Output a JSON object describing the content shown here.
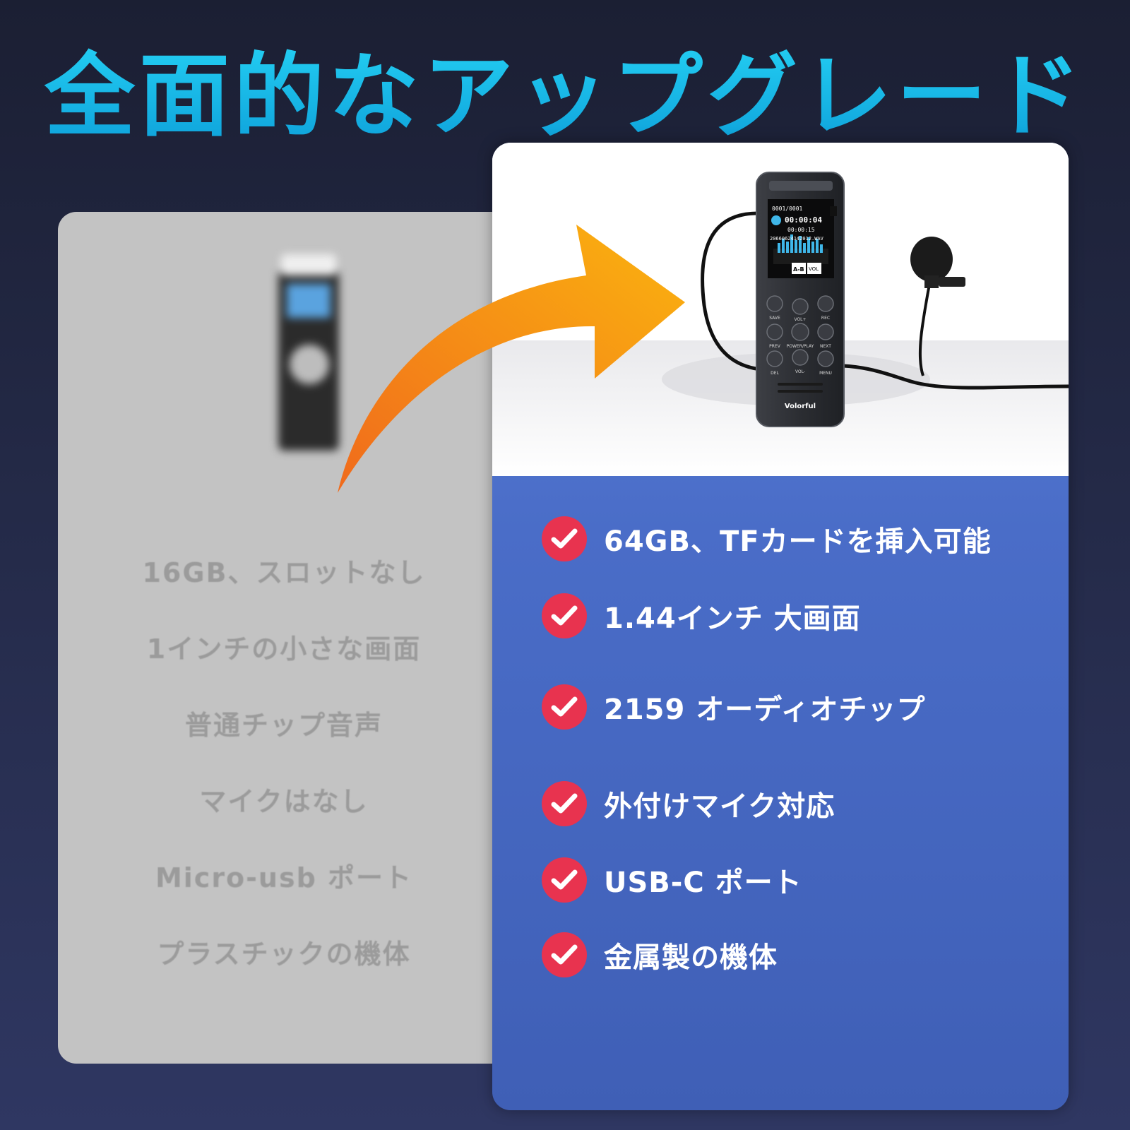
{
  "headline": "全面的なアップグレード",
  "old": {
    "items": [
      "16GB、スロットなし",
      "1インチの小さな画面",
      "普通チップ音声",
      "マイクはなし",
      "Micro-usb ポート",
      "プラスチックの機体"
    ]
  },
  "new": {
    "device": {
      "counter": "0001/0001",
      "time": "00:00:04",
      "total": "00:00:15",
      "filename": "20660624142012.WAV",
      "brand": "Volorful",
      "buttons": [
        "SAVE",
        "VOL+",
        "REC",
        "PREV",
        "POWER/PLAY",
        "NEXT",
        "DEL",
        "VOL-",
        "MENU"
      ],
      "badges": [
        "A-B",
        "VOL"
      ]
    },
    "items": [
      "64GB、TFカードを挿入可能",
      "1.44インチ 大画面",
      "2159 オーディオチップ",
      "外付けマイク対応",
      "USB-C ポート",
      "金属製の機体"
    ]
  },
  "colors": {
    "headline": "#14c3ea",
    "check": "#e8334f",
    "arrow_start": "#f06a1c",
    "arrow_end": "#fbb40f",
    "panel_blue": "#4a6dc8"
  }
}
